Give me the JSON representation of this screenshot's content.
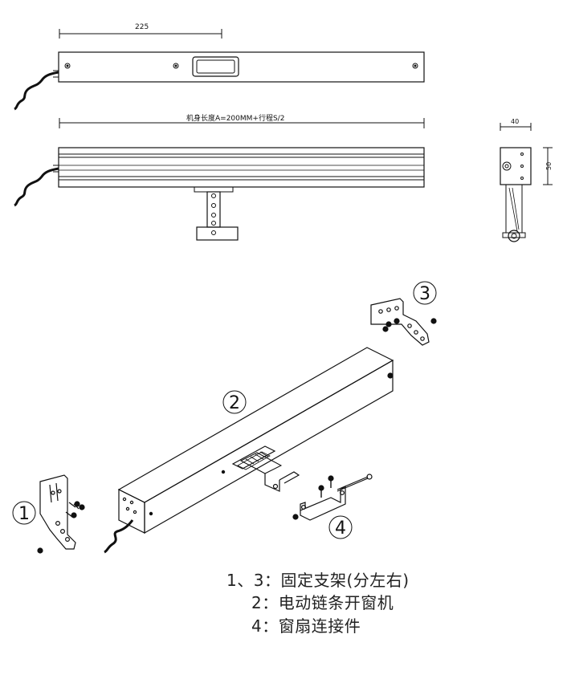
{
  "dimensions": {
    "top_length": "225",
    "body_length_formula": "机身长度A=200MM+行程S/2",
    "side_width": "40",
    "side_height": "50"
  },
  "callouts": {
    "c1": "1",
    "c2": "2",
    "c3": "3",
    "c4": "4"
  },
  "legend": {
    "line1": "1、3：固定支架(分左右)",
    "line2": "2：电动链条开窗机",
    "line3": "4：窗扇连接件"
  }
}
